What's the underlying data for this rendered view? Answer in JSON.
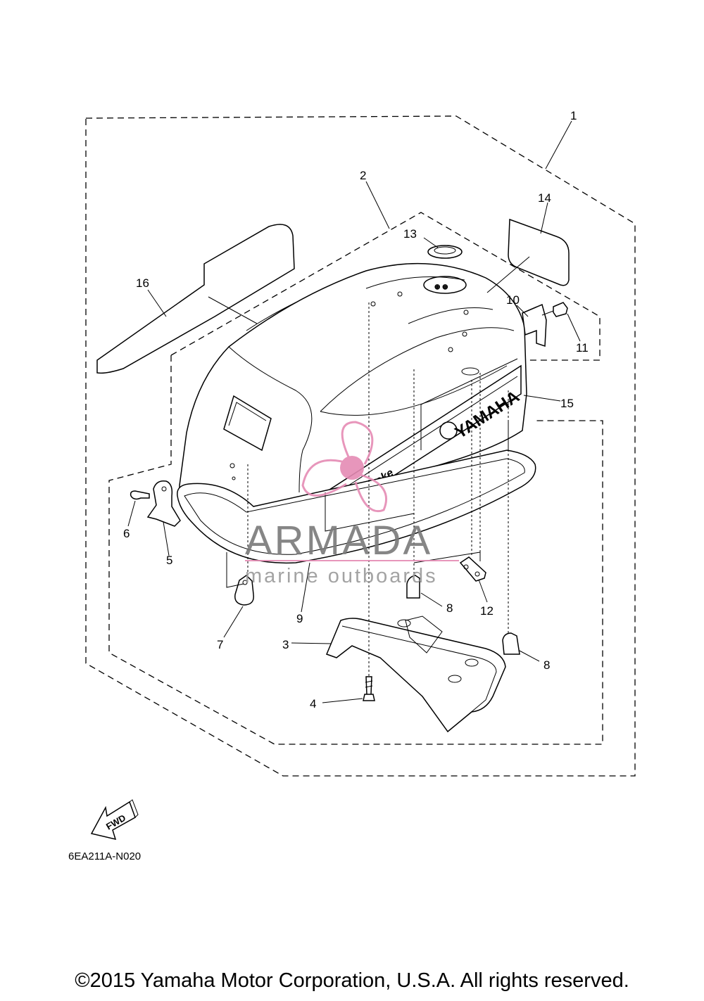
{
  "callouts": [
    "1",
    "2",
    "3",
    "4",
    "5",
    "6",
    "7",
    "8",
    "8",
    "9",
    "10",
    "11",
    "12",
    "13",
    "14",
    "15",
    "16"
  ],
  "cowling_brand": "YAMAHA",
  "cowling_script": "four stroke",
  "fwd_label": "FWD",
  "diagram_code": "6EA211A-N020",
  "watermark": {
    "name": "ARMADA",
    "tagline": "marine outboards",
    "color": "#e58bb4"
  },
  "copyright": "©2015 Yamaha Motor Corporation, U.S.A. All rights reserved."
}
